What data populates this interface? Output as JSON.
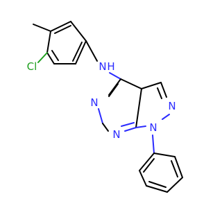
{
  "molecule": {
    "atoms": {
      "n_amine": {
        "symbol": "N",
        "hydrogen": "H",
        "color": "#2b2bff"
      },
      "cl": {
        "symbol": "Cl",
        "color": "#1fa01f"
      },
      "n_pyrimidine_top": {
        "symbol": "N",
        "color": "#2b2bff"
      },
      "n_pyrimidine_bottom": {
        "symbol": "N",
        "color": "#2b2bff"
      },
      "n_pyrazole_right": {
        "symbol": "N",
        "color": "#2b2bff"
      },
      "n_pyrazole_bottom": {
        "symbol": "N",
        "color": "#2b2bff"
      }
    }
  }
}
